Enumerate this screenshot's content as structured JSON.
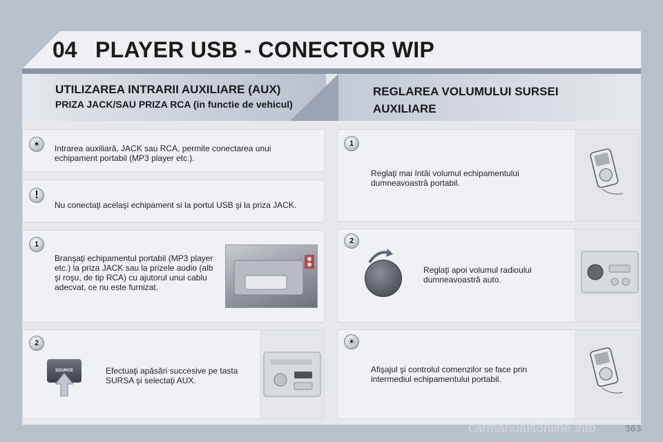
{
  "header": {
    "chapter": "04",
    "title": "PLAYER USB - CONECTOR WIP"
  },
  "left_section": {
    "title": "UTILIZAREA INTRARII AUXILIARE (AUX)",
    "subtitle": "PRIZA JACK/SAU PRIZA RCA (in functie de vehicul)",
    "panels": [
      {
        "marker": "☀",
        "text": "Intrarea auxiliară, JACK sau RCA, permite conectarea unui echipament portabil (MP3 player etc.)."
      },
      {
        "marker": "!",
        "text": "Nu conectaţi acelaşi echipament si la portul USB şi la priza JACK."
      },
      {
        "marker": "1",
        "text": "Branşaţi echipamentul portabil (MP3 player etc.) la priza JACK sau la prizele audio (alb şi roşu, de tip RCA) cu ajutorul unui cablu adecvat, ce nu este furnizat."
      },
      {
        "marker": "2",
        "text": "Efectuaţi apăsări succesive pe tasta SURSA şi selectaţi AUX.",
        "button_label": "SOURCE"
      }
    ]
  },
  "right_section": {
    "title": "REGLAREA VOLUMULUI SURSEI AUXILIARE",
    "panels": [
      {
        "marker": "1",
        "text": "Reglaţi mai întâi volumul echipamentului dumneavoastră portabil."
      },
      {
        "marker": "2",
        "text": "Reglaţi apoi volumul radioului dumneavoastră auto."
      },
      {
        "marker": "☀",
        "text": "Afişajul şi controlul comenzilor se face prin intermediul echipamentului portabil."
      }
    ]
  },
  "footer": {
    "page_number": "363",
    "watermark": "carmanualsonline.info"
  }
}
